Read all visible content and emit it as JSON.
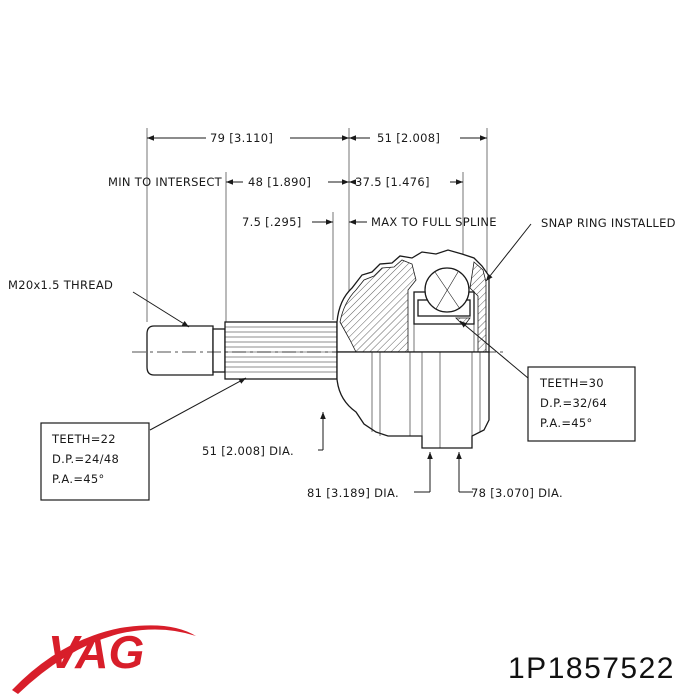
{
  "dimensions": {
    "overall_shaft": "79 [3.110]",
    "housing": "51 [2.008]",
    "min_intersect_label": "MIN TO INTERSECT",
    "spline_length": "48 [1.890]",
    "intersect_to_spline": "37.5 [1.476]",
    "thread_gap": "7.5 [.295]",
    "max_full_spline_label": "MAX TO FULL SPLINE",
    "snap_ring_label": "SNAP RING INSTALLED",
    "thread_label": "M20x1.5 THREAD",
    "seal_dia": "51 [2.008] DIA.",
    "outer_dia": "81 [3.189] DIA.",
    "inner_dia": "78 [3.070] DIA."
  },
  "outer_spline": {
    "teeth": "TEETH=22",
    "dp": "D.P.=24/48",
    "pa": "P.A.=45°"
  },
  "inner_spline": {
    "teeth": "TEETH=30",
    "dp": "D.P.=32/64",
    "pa": "P.A.=45°"
  },
  "brand": {
    "logo_text": "VAG",
    "logo_color": "#d81e2a"
  },
  "part_number": "1P1857522"
}
